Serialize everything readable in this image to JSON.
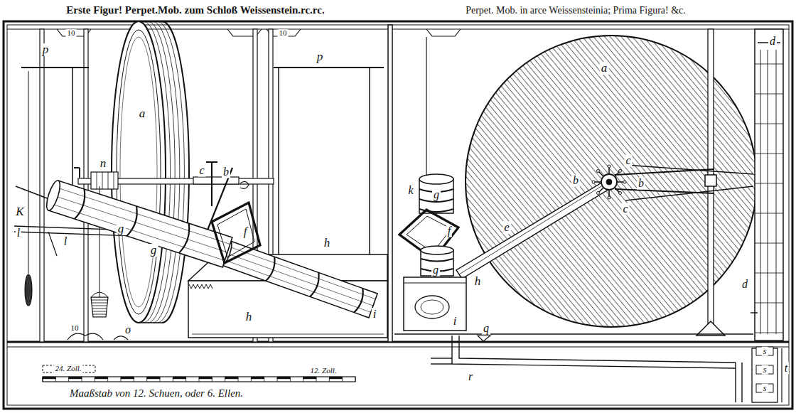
{
  "diagram": {
    "labels": [
      "Erste Figur! Perpet.Mob. zum Schloß Weissenstein.rc.rc.",
      "Perpet. Mob. in arce Weissensteinia; Prima Figura! &c.",
      "10",
      "10",
      "p",
      "p",
      "a",
      "n",
      "c",
      "b",
      "K",
      "l",
      "l",
      "g",
      "g",
      "f",
      "h",
      "h",
      "i",
      "o",
      "10",
      "a",
      "b",
      "c",
      "b",
      "c",
      "e",
      "k",
      "g",
      "f",
      "g",
      "h",
      "i",
      "q",
      "d",
      "d",
      "r",
      "t",
      "s",
      "s",
      "s",
      "24. Zoll.",
      "12. Zoll.",
      "Maaßstab von 12. Schuen, oder 6. Ellen."
    ]
  }
}
